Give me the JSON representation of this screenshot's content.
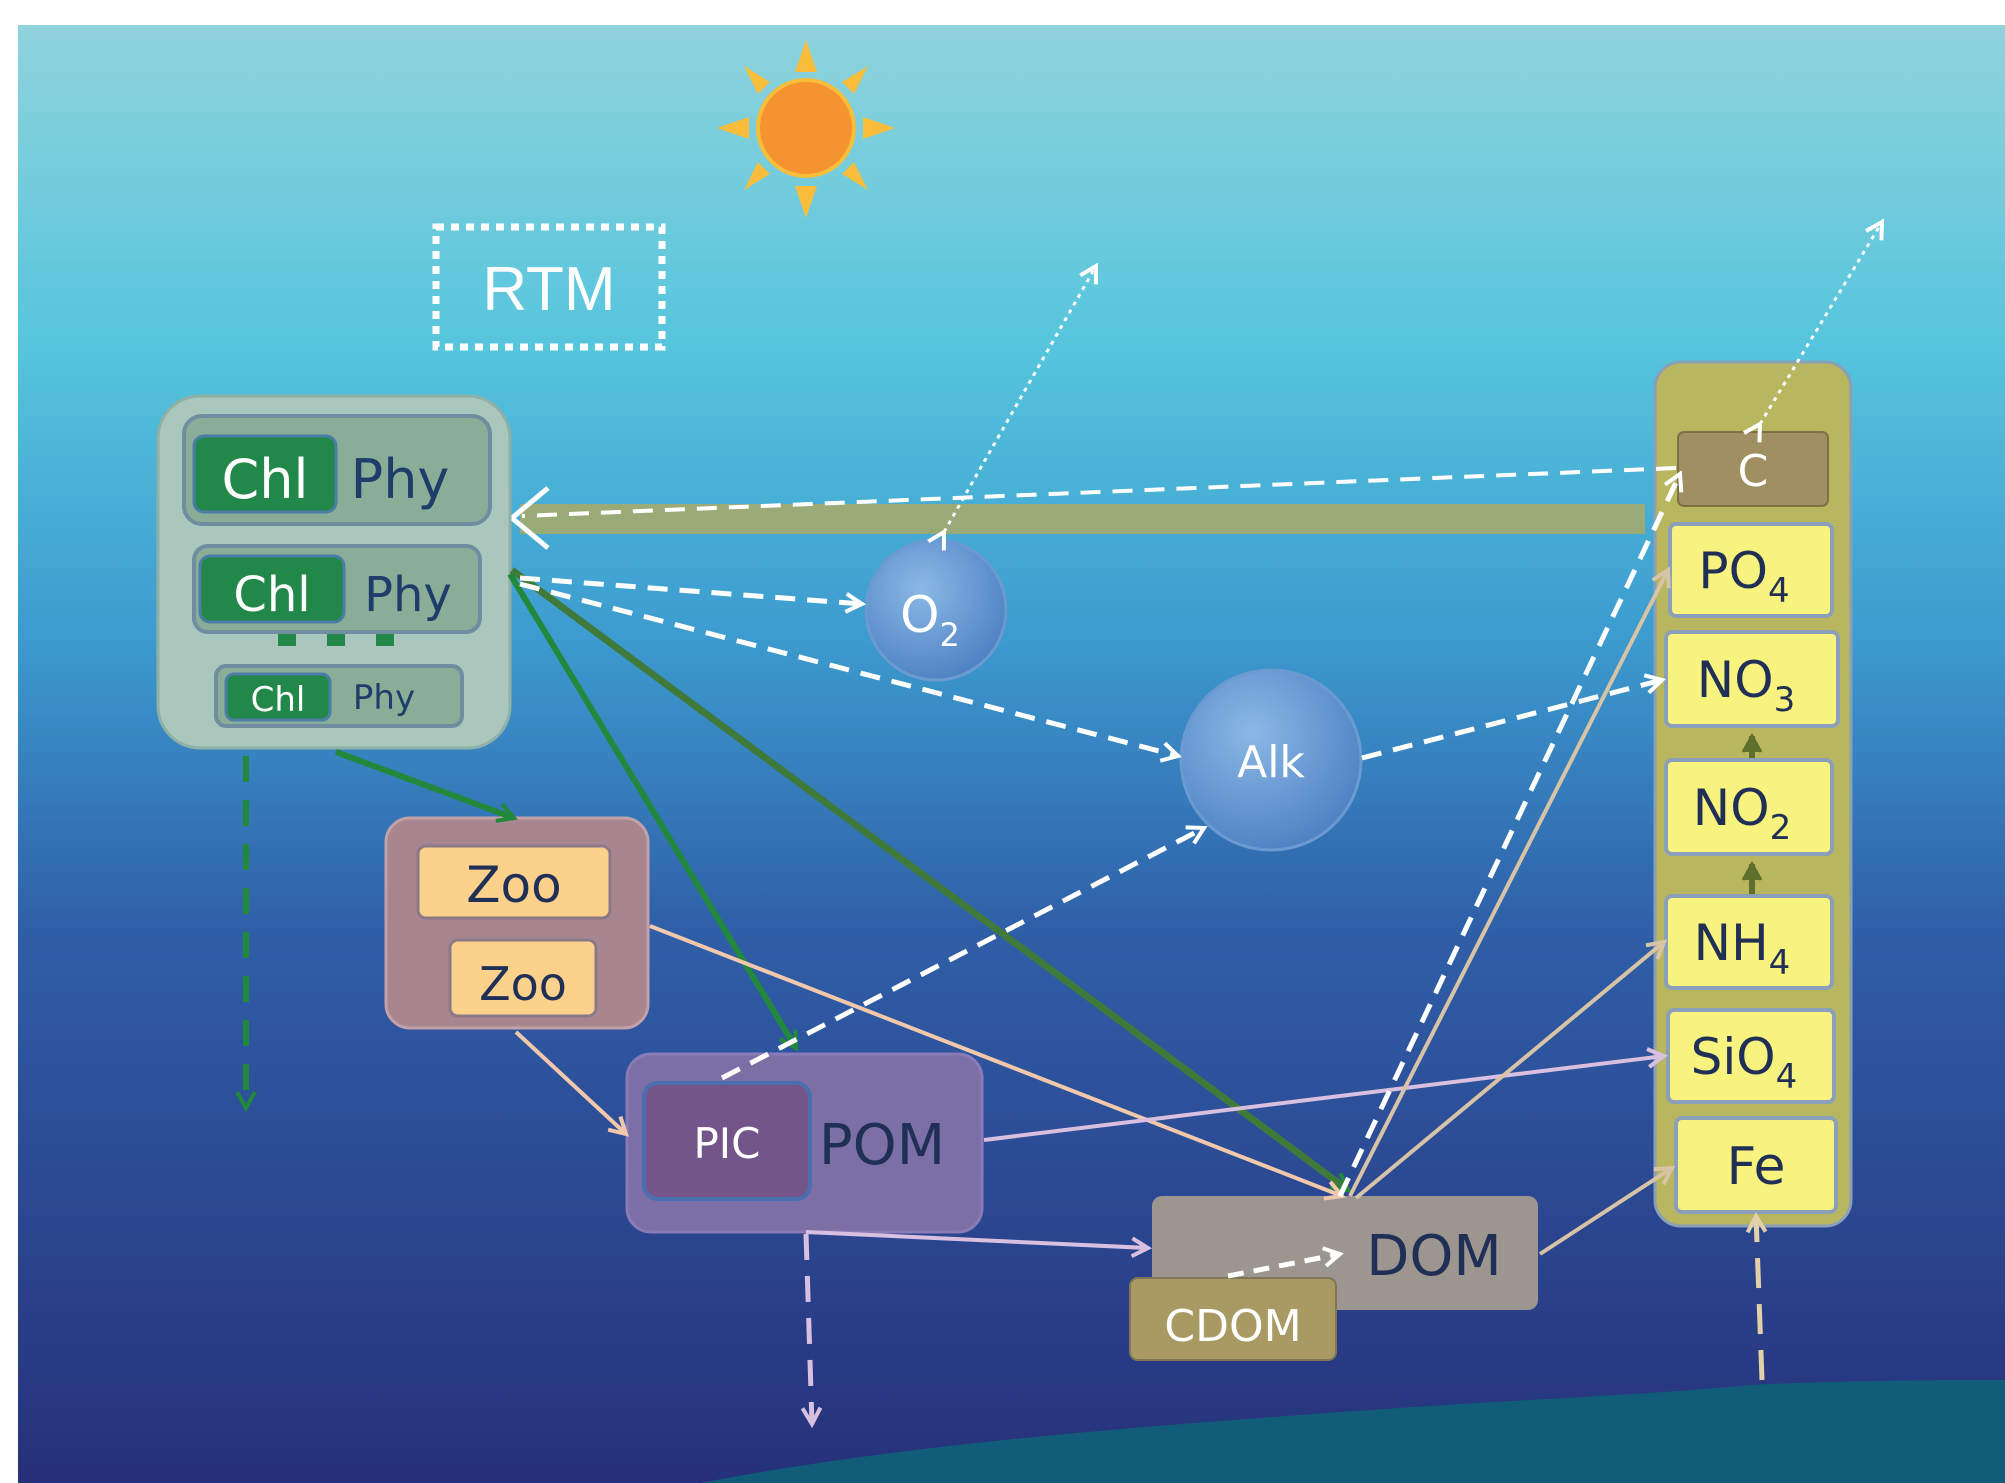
{
  "rtm_label": "RTM",
  "phytoplankton": [
    {
      "chl": "Chl",
      "phy": "Phy"
    },
    {
      "chl": "Chl",
      "phy": "Phy"
    },
    {
      "chl": "Chl",
      "phy": "Phy"
    }
  ],
  "zooplankton": [
    "Zoo",
    "Zoo"
  ],
  "o2": {
    "main": "O",
    "sub": "2"
  },
  "alk_label": "Alk",
  "pic_label": "PIC",
  "pom_label": "POM",
  "dom_label": "DOM",
  "cdom_label": "CDOM",
  "nutrients": {
    "c": "C",
    "po4": {
      "main": "PO",
      "sub": "4"
    },
    "no3": {
      "main": "NO",
      "sub": "3"
    },
    "no2": {
      "main": "NO",
      "sub": "2"
    },
    "nh4": {
      "main": "NH",
      "sub": "4"
    },
    "sio4": {
      "main": "SiO",
      "sub": "4"
    },
    "fe": "Fe"
  },
  "colors": {
    "sky_top": "#8fd3dc",
    "water_mid": "#4ab6d6",
    "deep": "#27307a",
    "seafloor": "#115c78",
    "phy_group_fill": "#a9c7bd",
    "chl_fill": "#22884a",
    "zoo_fill": "#fcd18c",
    "pom_fill": "#7c6fa6",
    "pic_fill": "#74558a",
    "dom_fill": "#9d9590",
    "cdom_fill": "#a89a62",
    "nutrient_group_fill": "#b8b65f",
    "nutrient_fill": "#f8f37e",
    "c_fill": "#9f8f63",
    "sun": "#f59330",
    "sun_rays": "#f9bd3c",
    "green_arrow": "#22883c",
    "white_arrow": "#ffffff"
  }
}
